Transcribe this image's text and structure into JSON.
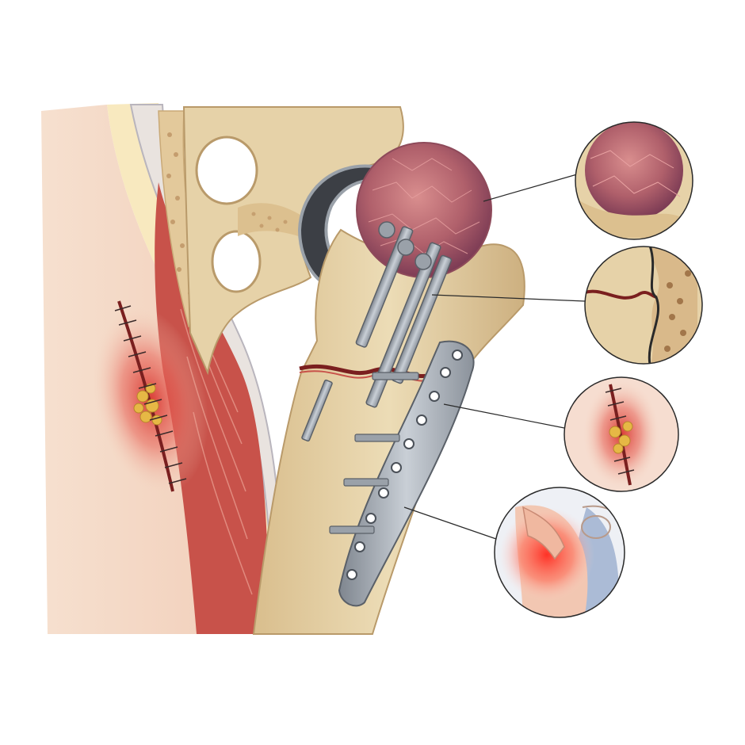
{
  "illustration": {
    "subject": "hip-fracture-fixation",
    "panels": [
      {
        "id": "femoral-head-necrosis",
        "icon": "femoral-head-inset"
      },
      {
        "id": "fracture-line-closeup",
        "icon": "fracture-inset"
      },
      {
        "id": "infected-incision",
        "icon": "wound-inset"
      },
      {
        "id": "hip-pain",
        "icon": "pain-inset"
      }
    ],
    "colors": {
      "bone": "#e6d2a8",
      "bone_shadow": "#c9a977",
      "necrotic_head": "#b0606b",
      "metal": "#a9afb6",
      "muscle": "#c8524a",
      "skin": "#f3d2bd",
      "inflammation": "#e0413a",
      "pus": "#e6b845"
    }
  }
}
